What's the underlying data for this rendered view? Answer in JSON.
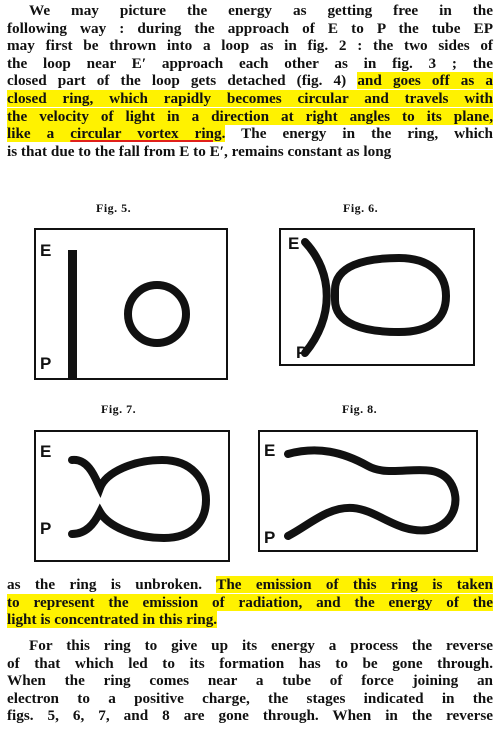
{
  "paragraph1": {
    "lines": [
      {
        "a": "We may picture the energy as getting free in the",
        "h": "",
        "b": ""
      },
      {
        "a": "following way : during the approach of E to P the tube EP",
        "h": "",
        "b": ""
      },
      {
        "a": "may first be thrown into a loop as in fig. 2 : the two sides of",
        "h": "",
        "b": ""
      },
      {
        "a": "the loop near E′ approach each other as in fig. 3 ; the",
        "h": "",
        "b": ""
      },
      {
        "a": "closed part of the loop gets detached (fig. 4) ",
        "h": "and goes off as a",
        "b": ""
      },
      {
        "a": "",
        "h": "closed ring, which rapidly becomes circular and travels with",
        "b": ""
      },
      {
        "a": "",
        "h": "the velocity of light in a direction at right angles to its plane,",
        "b": ""
      },
      {
        "a": "",
        "h": "like a ",
        "u": "circular vortex ring",
        "h2": ".",
        "b": "  The energy in the ring, which"
      },
      {
        "a": "is that due to the fall from E to E′, remains constant as long",
        "h": "",
        "b": ""
      }
    ]
  },
  "figures": [
    {
      "caption": "Fig. 5.",
      "label_top": "E",
      "label_bottom": "P"
    },
    {
      "caption": "Fig. 6.",
      "label_top": "E",
      "label_bottom": "P"
    },
    {
      "caption": "Fig. 7.",
      "label_top": "E",
      "label_bottom": "P"
    },
    {
      "caption": "Fig. 8.",
      "label_top": "E",
      "label_bottom": "P"
    }
  ],
  "paragraph2": {
    "l1a": "as the ring is unbroken.  ",
    "l1h": "The emission of this ring is taken",
    "l2h": "to represent the emission of radiation, and the energy of the",
    "l3h": "light is concentrated in this ring."
  },
  "paragraph3": {
    "lines": [
      "For this ring to give up its energy a process the reverse",
      "of that which led to its formation has to be gone through.",
      "When the ring comes near a tube of force joining an",
      "electron to a positive charge, the stages indicated in the",
      "figs. 5, 6, 7, and 8 are gone through.  When in the reverse"
    ]
  },
  "colors": {
    "highlight": "#fff200",
    "underline": "#e0201a",
    "ink": "#111111"
  }
}
